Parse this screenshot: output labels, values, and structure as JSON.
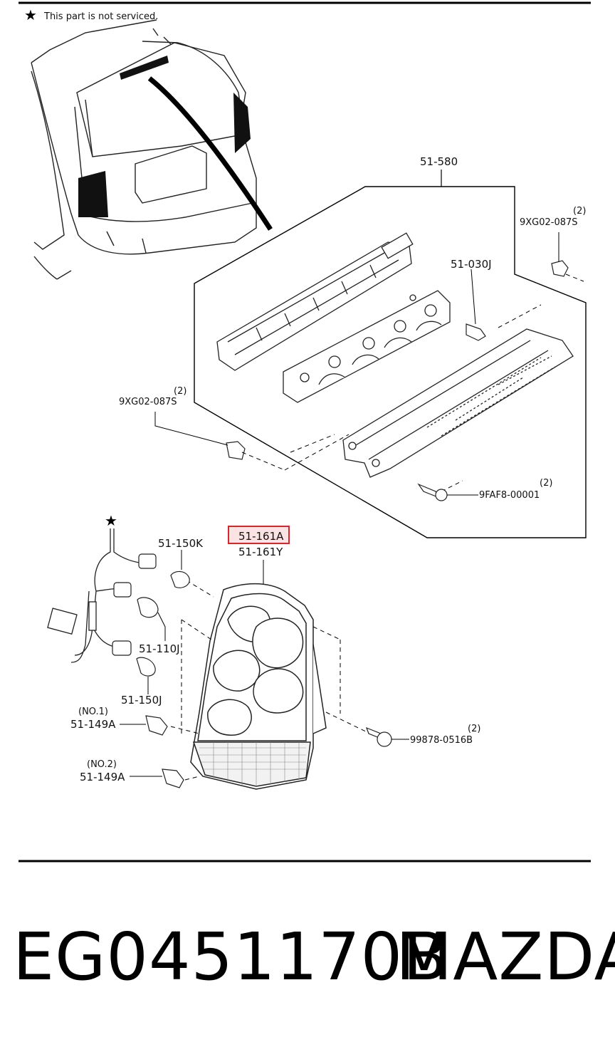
{
  "note": {
    "star": "★",
    "text": "This part is not serviced."
  },
  "callouts": {
    "assy_580": "51-580",
    "clip_top_right": {
      "qty": "(2)",
      "code": "9XG02-087S"
    },
    "bulb_030": "51-030J",
    "clip_left": {
      "qty": "(2)",
      "code": "9XG02-087S"
    },
    "screw_9faf8": {
      "qty": "(2)",
      "code": "9FAF8-00001"
    },
    "harness_star": "★",
    "bulb_150k": "51-150K",
    "lamp_161a": "51-161A",
    "lamp_161y": "51-161Y",
    "bulb_110j": "51-110J",
    "bulb_150j": "51-150J",
    "grom_no1": {
      "tag": "(NO.1)",
      "code": "51-149A"
    },
    "grom_no2": {
      "tag": "(NO.2)",
      "code": "51-149A"
    },
    "screw_99878": {
      "qty": "(2)",
      "code": "99878-0516B"
    }
  },
  "footer": {
    "part_number": "EG0451170B",
    "brand": "MAZDA"
  },
  "colors": {
    "highlight_border": "#d9262c",
    "highlight_fill": "#fbe3e3",
    "ink": "#111111"
  }
}
